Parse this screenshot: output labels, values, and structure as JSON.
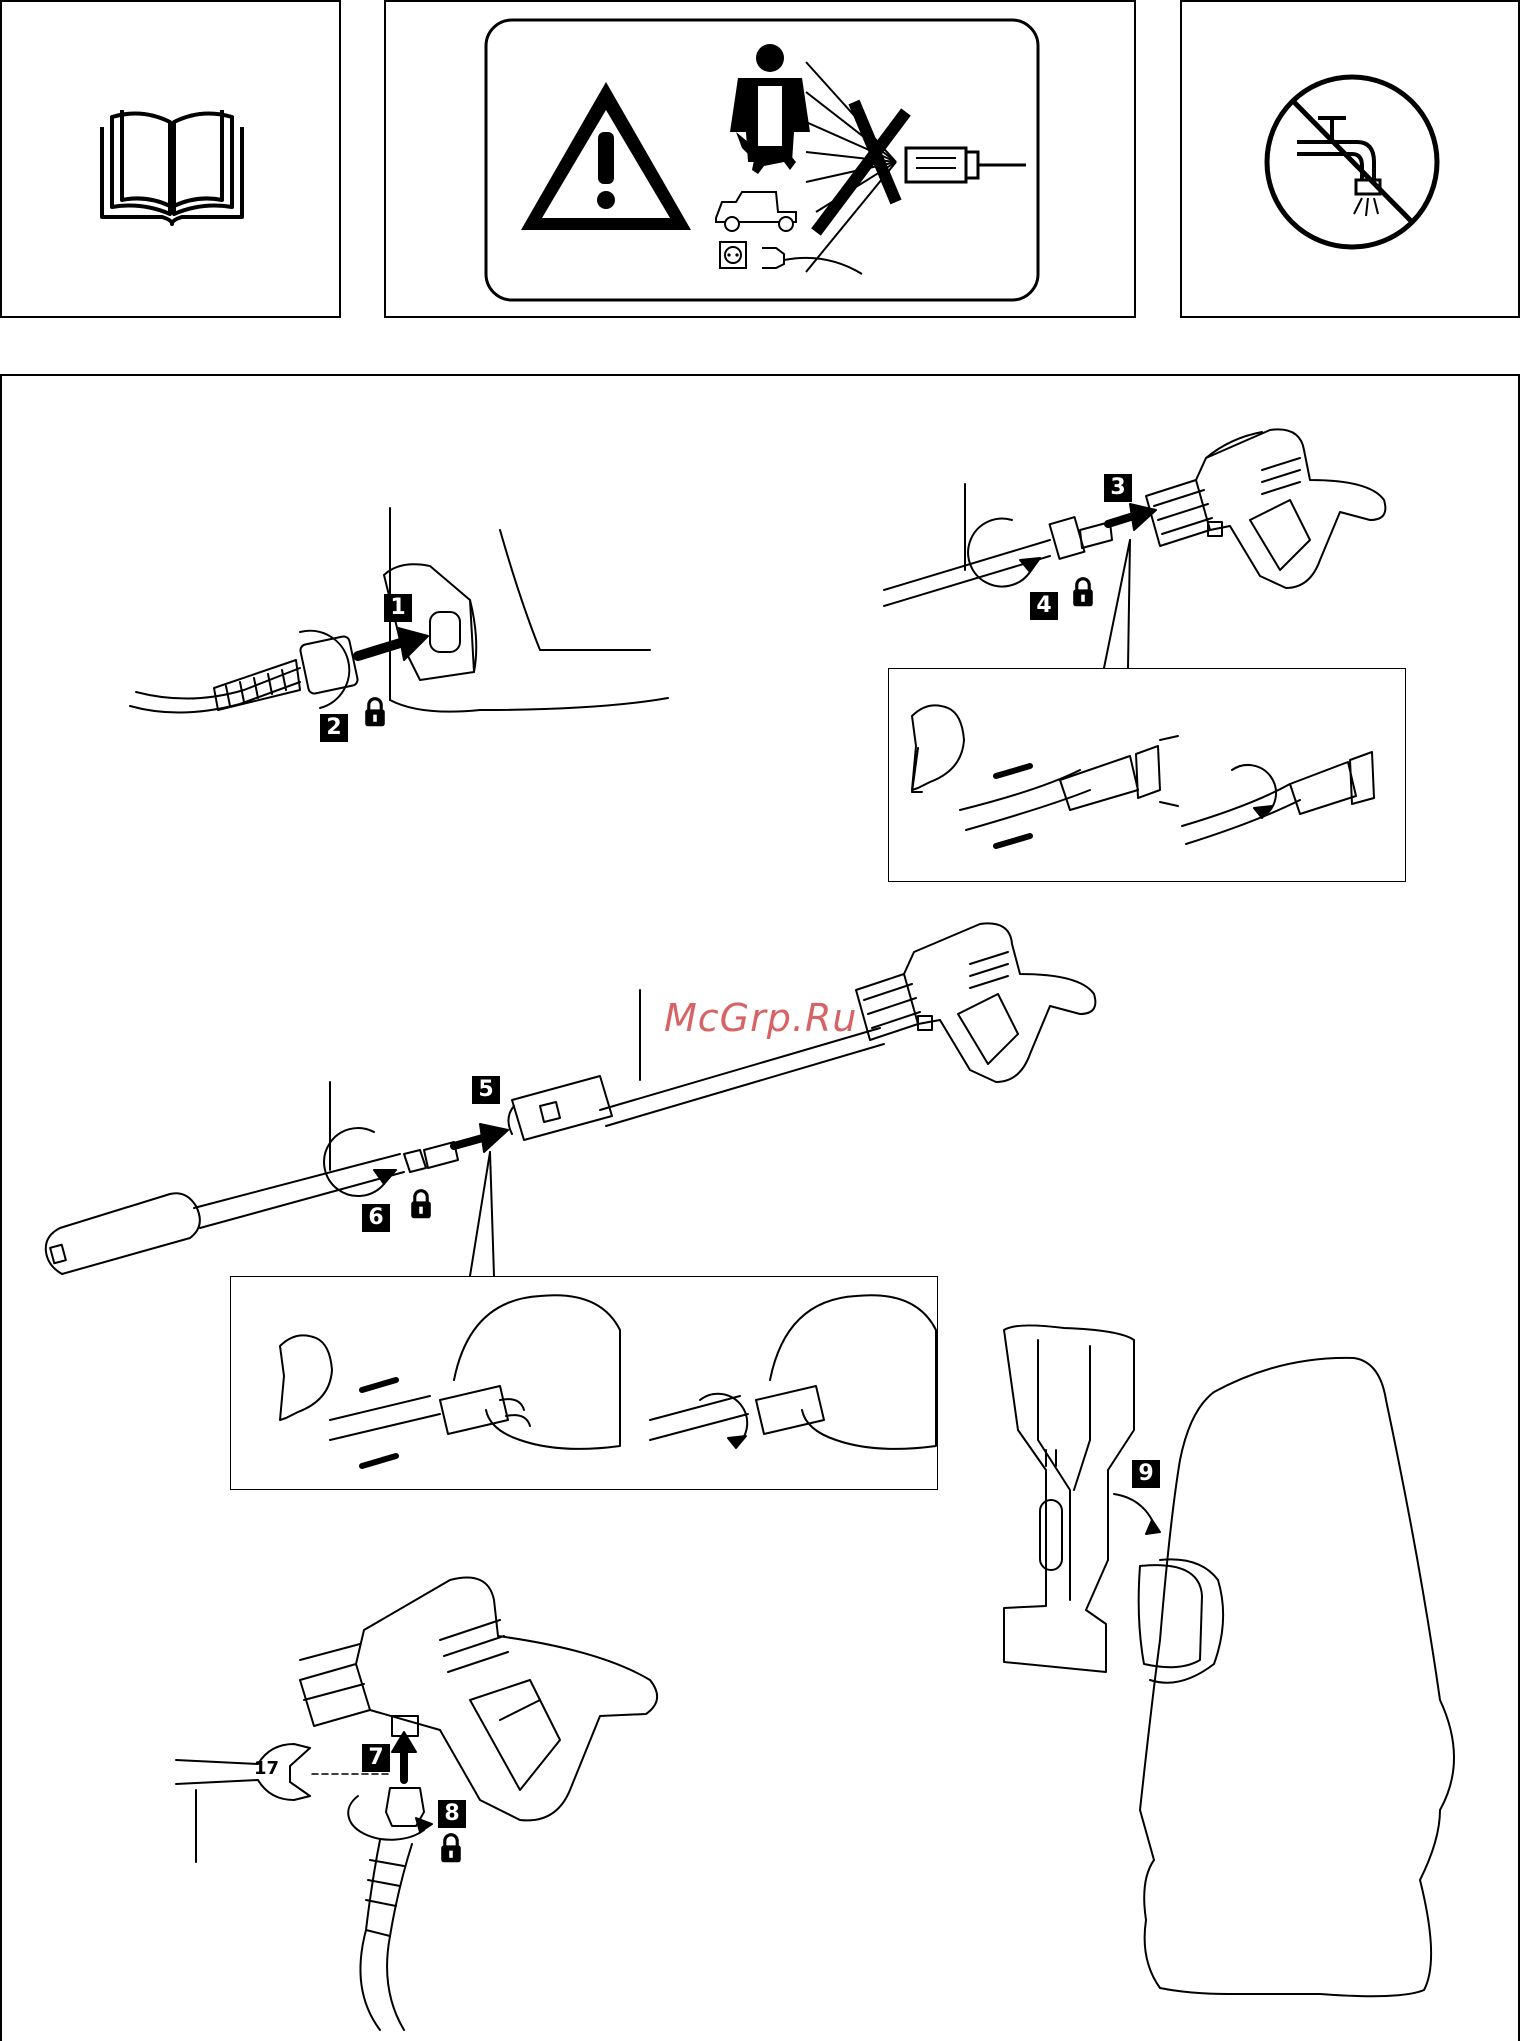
{
  "watermark": {
    "text": "McGrp.Ru",
    "color": "#d04a4a"
  },
  "icons": {
    "manual": "read-manual-icon",
    "warning": "safety-warning-icon",
    "no_drinking_water": "no-drinking-water-connection-icon",
    "lock": "lock-icon",
    "arm": "strength-arm-icon",
    "rotate": "rotate-arrow-icon",
    "push": "push-arrow-icon"
  },
  "steps": {
    "s1": "1",
    "s2": "2",
    "s3": "3",
    "s4": "4",
    "s5": "5",
    "s6": "6",
    "s7": "7",
    "s8": "8",
    "s9": "9"
  },
  "wrench": {
    "size_label": "17"
  }
}
